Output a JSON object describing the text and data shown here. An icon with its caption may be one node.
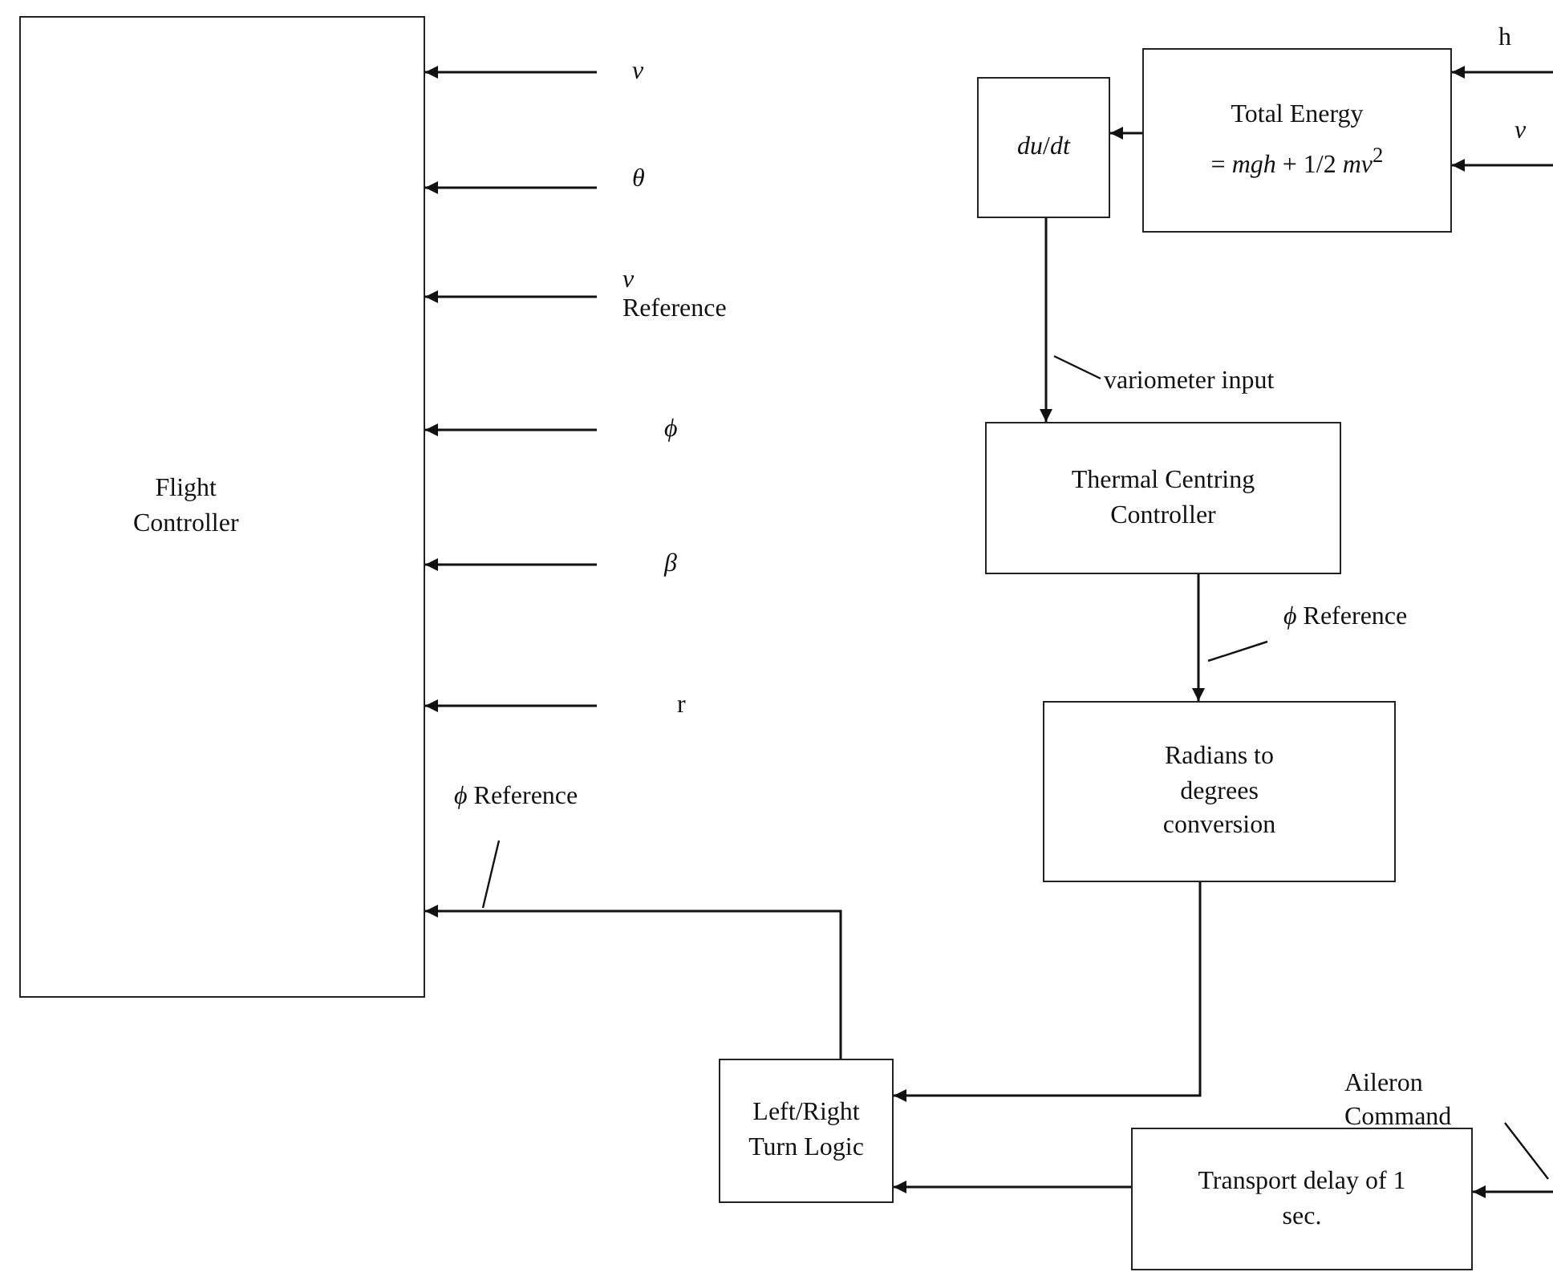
{
  "diagram": {
    "nodes": [
      {
        "text": [
          "Flight Controller"
        ]
      },
      {
        "text": [
          "*v*"
        ]
      },
      {
        "text": [
          "*θ*"
        ]
      },
      {
        "text": [
          "*v* Reference"
        ]
      },
      {
        "text": [
          "*ϕ*"
        ]
      },
      {
        "text": [
          "*β*"
        ]
      },
      {
        "text": [
          "r"
        ]
      },
      {
        "text": [
          "Total Energy",
          "= *mgh* + 1/2 *mv*$^{2}$"
        ]
      },
      {
        "text": [
          "*du*/*dt*"
        ]
      },
      {
        "text": [
          "Thermal Centring Controller"
        ]
      },
      {
        "text": [
          "Radians to degrees conversion"
        ]
      },
      {
        "text": [
          "Left/Right Turn Logic"
        ]
      },
      {
        "text": [
          "Transport delay of 1 sec."
        ]
      }
    ],
    "edges": [
      {
        "from": 1,
        "to": 0,
        "arrow": "to"
      },
      {
        "from": 2,
        "to": 0,
        "arrow": "to"
      },
      {
        "from": 3,
        "to": 0,
        "arrow": "to"
      },
      {
        "from": 4,
        "to": 0,
        "arrow": "to"
      },
      {
        "from": 5,
        "to": 0,
        "arrow": "to"
      },
      {
        "from": 6,
        "to": 0,
        "arrow": "to"
      },
      {
        "from": null,
        "to": 7,
        "arrow": "to",
        "label": "h"
      },
      {
        "from": null,
        "to": 7,
        "arrow": "to",
        "label": "*v*"
      },
      {
        "from": 7,
        "to": 8,
        "arrow": "to"
      },
      {
        "from": 8,
        "to": 9,
        "arrow": "to",
        "label": "variometer input"
      },
      {
        "from": 9,
        "to": 10,
        "arrow": "to",
        "label": "*ϕ* Reference"
      },
      {
        "from": 10,
        "to": 11,
        "arrow": "to"
      },
      {
        "from": 12,
        "to": 11,
        "arrow": "to"
      },
      {
        "from": null,
        "to": 12,
        "arrow": "to",
        "label": "Aileron Command"
      },
      {
        "from": 11,
        "to": 0,
        "arrow": "to",
        "label": "*ϕ* Reference"
      }
    ]
  }
}
